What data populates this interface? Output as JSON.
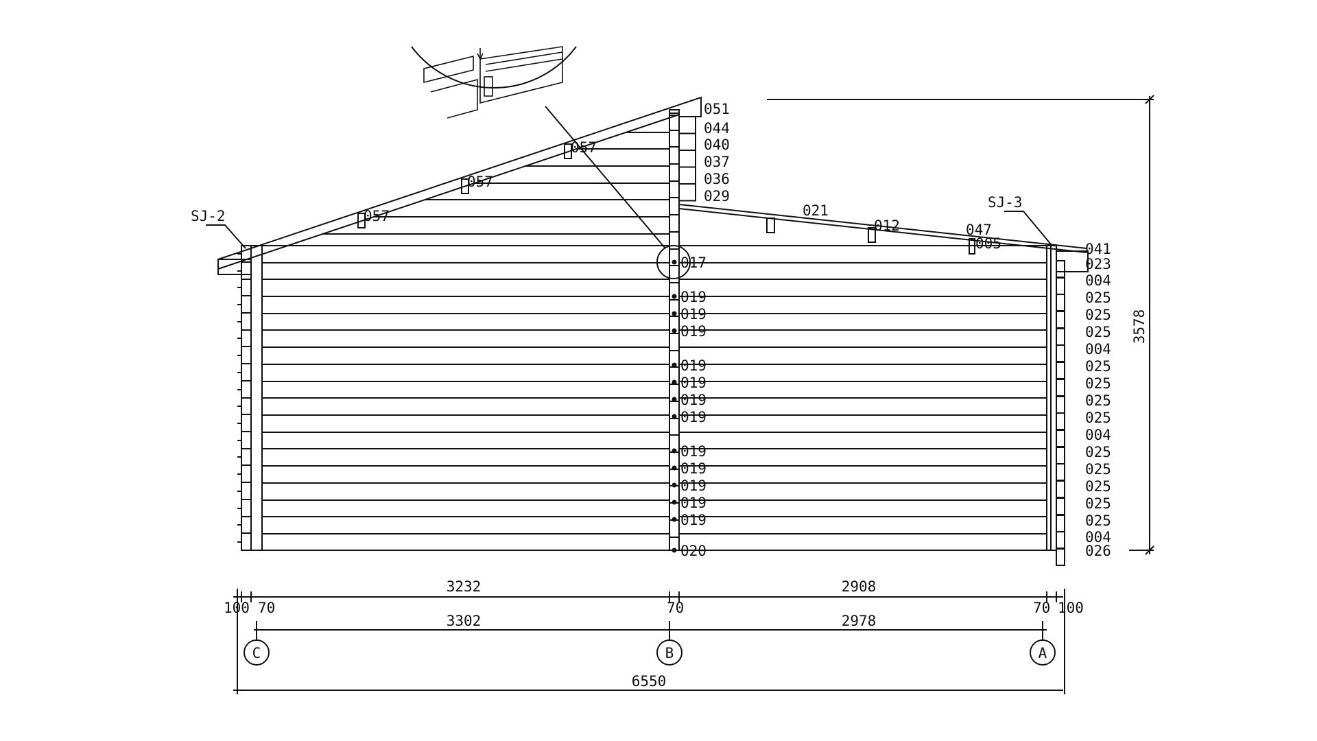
{
  "drawing": {
    "roof_ref_labels": {
      "sj_left": "SJ-2",
      "sj_right": "SJ-3"
    },
    "left_roof_part_labels": [
      "057",
      "057",
      "057"
    ],
    "right_roof_part_labels": [
      "021",
      "012",
      "047",
      "005"
    ],
    "center_top_labels": [
      "051",
      "044",
      "040",
      "037",
      "036",
      "029"
    ],
    "center_wall_labels": [
      "017",
      "019",
      "019",
      "019",
      "019",
      "019",
      "019",
      "019",
      "019",
      "019",
      "019",
      "019",
      "019",
      "020"
    ],
    "right_wall_labels": [
      "041",
      "023",
      "004",
      "025",
      "025",
      "025",
      "004",
      "025",
      "025",
      "025",
      "025",
      "004",
      "025",
      "025",
      "025",
      "025",
      "025",
      "004",
      "026"
    ],
    "height_dimension": "3578",
    "dim_row1": {
      "left_offset": "100",
      "left_post": "70",
      "span_left": "3232",
      "center_post": "70",
      "span_right": "2908",
      "right_post": "70",
      "right_offset": "100"
    },
    "dim_row2": {
      "span_left": "3302",
      "span_right": "2978"
    },
    "axes": [
      "C",
      "B",
      "A"
    ],
    "total_length": "6550"
  }
}
